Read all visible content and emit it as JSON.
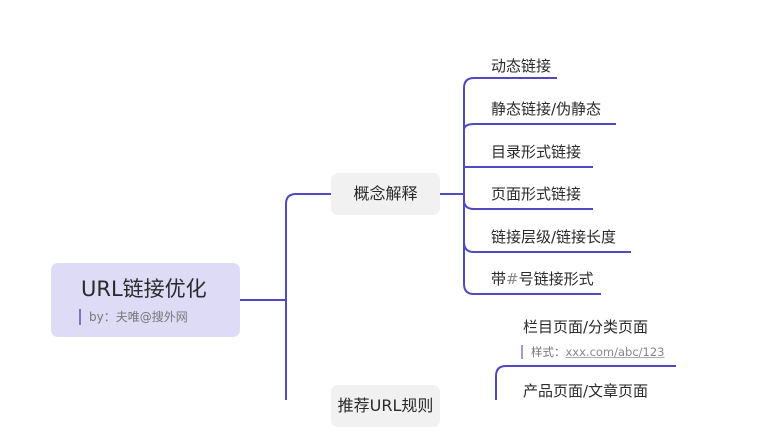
{
  "mindmap": {
    "root": {
      "title": "URL链接优化",
      "subtitle": "by：夫唯@搜外网"
    },
    "branches": [
      {
        "label": "概念解释",
        "children": [
          {
            "label": "动态链接"
          },
          {
            "label": "静态链接/伪静态"
          },
          {
            "label": "目录形式链接"
          },
          {
            "label": "页面形式链接"
          },
          {
            "label": "链接层级/链接长度"
          },
          {
            "label_prefix": "带",
            "label_hash": "#",
            "label_suffix": "号链接形式"
          }
        ]
      },
      {
        "label": "推荐URL规则",
        "children": [
          {
            "label": "栏目页面/分类页面",
            "note_label": "样式：",
            "note_value": "xxx.com/abc/123"
          },
          {
            "label": "产品页面/文章页面"
          }
        ]
      }
    ]
  },
  "colors": {
    "line": "#4f4ac0",
    "root_bg": "#dddbf6",
    "branch_bg": "#f1f1f1"
  }
}
